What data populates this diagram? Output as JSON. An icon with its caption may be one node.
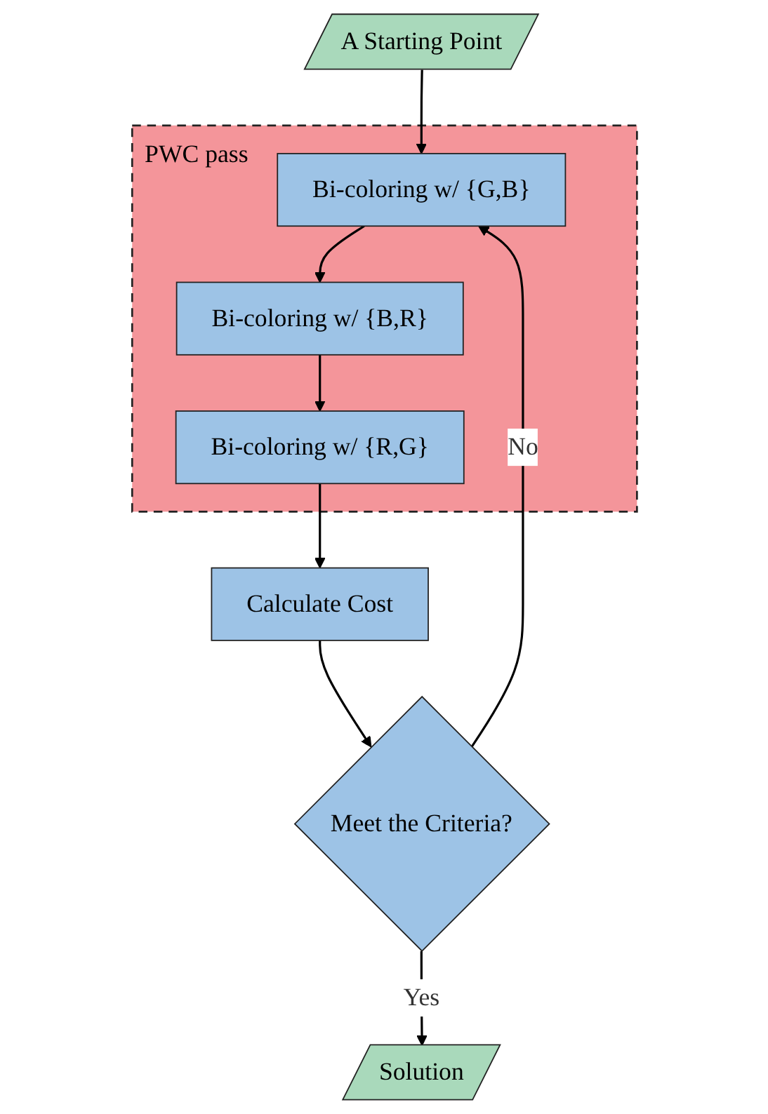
{
  "diagram": {
    "nodes": [
      {
        "text": [
          "A Starting Point"
        ]
      },
      {
        "text": [
          "PWC pass"
        ]
      },
      {
        "text": [
          "Bi-coloring w/ {G,B}"
        ],
        "in": 1
      },
      {
        "text": [
          "Bi-coloring w/ {B,R}"
        ],
        "in": 1
      },
      {
        "text": [
          "Bi-coloring w/ {R,G}"
        ],
        "in": 1
      },
      {
        "text": [
          "Calculate Cost"
        ]
      },
      {
        "text": [
          "Meet the Criteria?"
        ]
      },
      {
        "text": [
          "Solution"
        ]
      }
    ],
    "edges": [
      {
        "from": 0,
        "to": 2,
        "arrow": "to"
      },
      {
        "from": 2,
        "to": 3,
        "arrow": "to"
      },
      {
        "from": 3,
        "to": 4,
        "arrow": "to"
      },
      {
        "from": 4,
        "to": 5,
        "arrow": "to"
      },
      {
        "from": 5,
        "to": 6,
        "arrow": "to"
      },
      {
        "from": 6,
        "to": 7,
        "arrow": "to",
        "label": "Yes"
      },
      {
        "from": 6,
        "to": 2,
        "arrow": "to",
        "label": "No"
      }
    ]
  }
}
